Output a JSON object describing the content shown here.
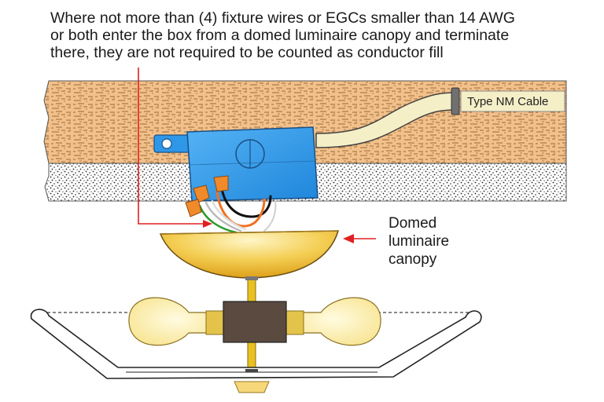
{
  "caption": {
    "line1": "Where not more than (4) fixture wires or EGCs smaller than 14 AWG",
    "line2": "or both enter the box from a domed luminaire canopy and terminate",
    "line3": "there, they are not required to be counted as conductor fill"
  },
  "labels": {
    "cable": "Type NM Cable",
    "canopy_line1": "Domed",
    "canopy_line2": "luminaire",
    "canopy_line3": "canopy"
  },
  "colors": {
    "wood": "#f2c08a",
    "wood_grain": "#9a6a3a",
    "drywall_dots": "#222222",
    "box": "#2f97e8",
    "cable": "#f5efc8",
    "canopy": "#f1c232",
    "connector": "#f08a2b",
    "arrow": "#e02020",
    "bulb": "#fff4b8",
    "socket": "#5a4a40",
    "stem": "#e8c020"
  }
}
